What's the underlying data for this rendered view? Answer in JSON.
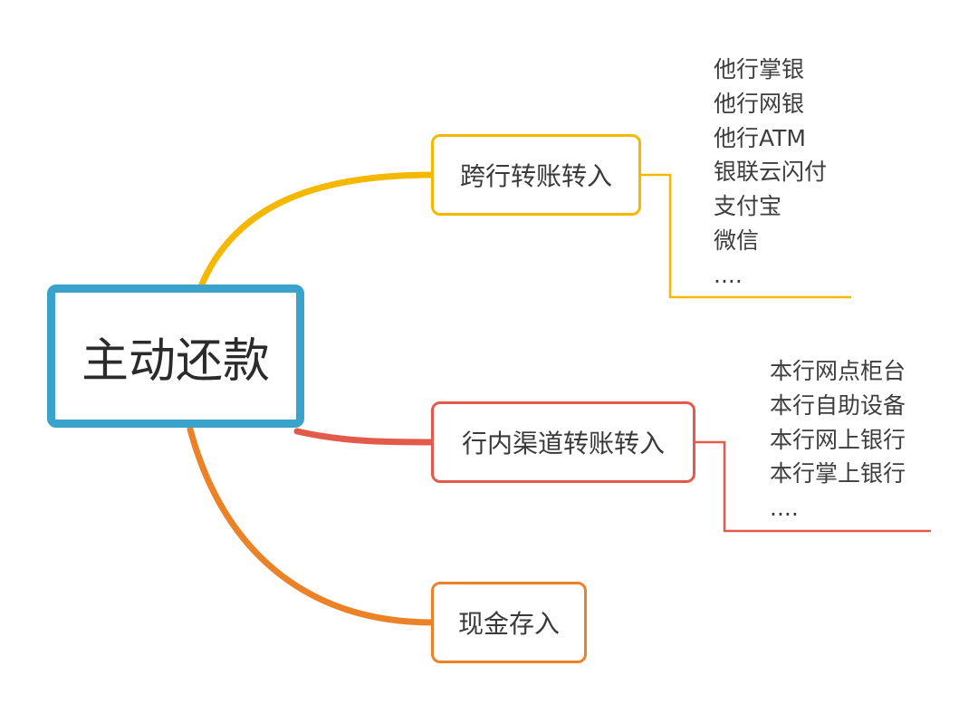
{
  "root": {
    "label": "主动还款",
    "color": "#3aa3cc"
  },
  "branches": [
    {
      "id": "cross",
      "label": "跨行转账转入",
      "color": "#f5b800",
      "leaves": [
        "他行掌银",
        "他行网银",
        "他行ATM",
        "银联云闪付",
        "支付宝",
        "微信",
        "...."
      ]
    },
    {
      "id": "intra",
      "label": "行内渠道转账转入",
      "color": "#e35a4b",
      "leaves": [
        "本行网点柜台",
        "本行自助设备",
        "本行网上银行",
        "本行掌上银行",
        "...."
      ]
    },
    {
      "id": "cash",
      "label": "现金存入",
      "color": "#ec8228",
      "leaves": []
    }
  ]
}
